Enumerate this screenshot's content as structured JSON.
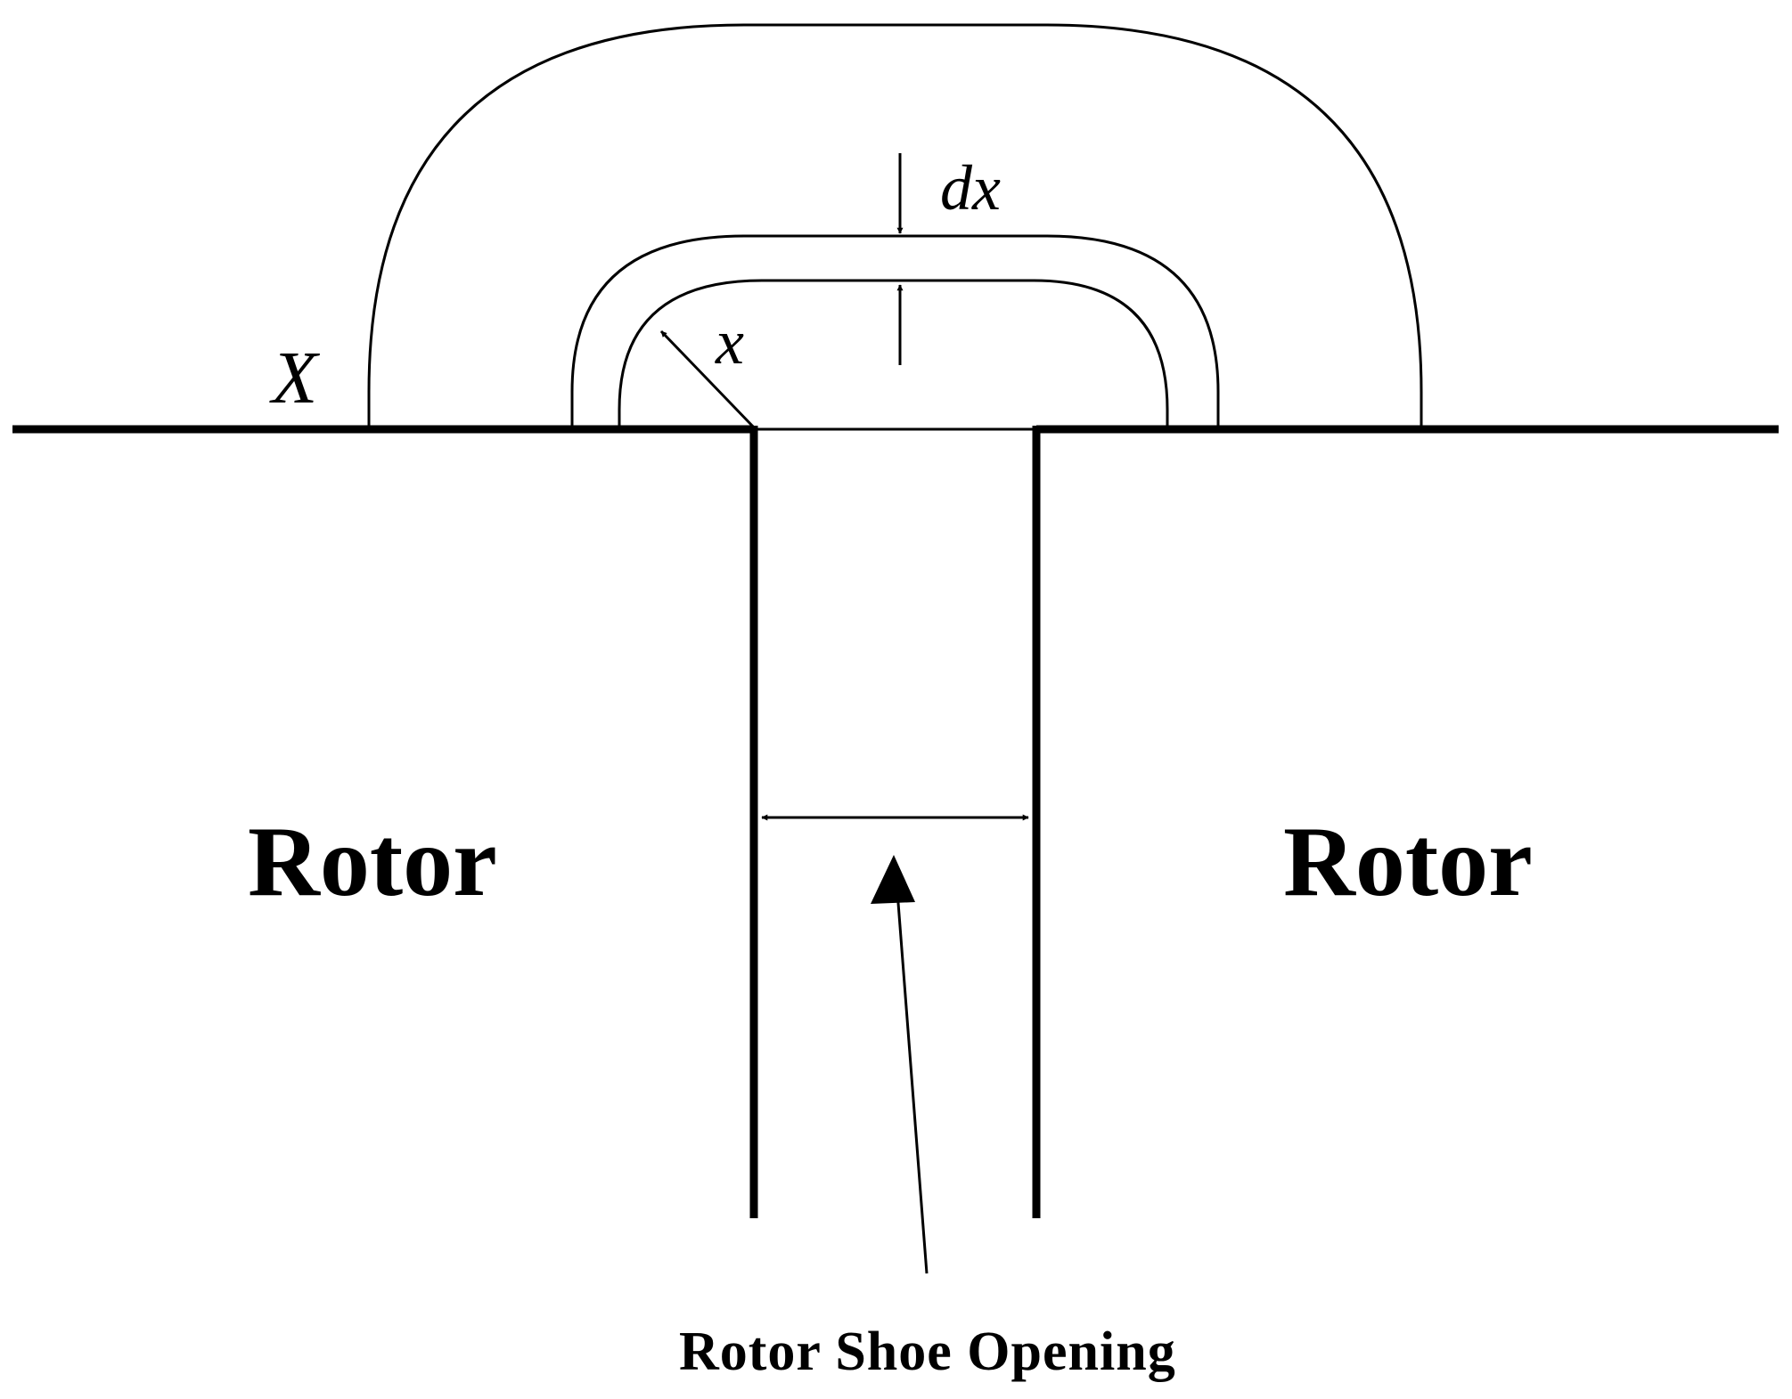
{
  "labels": {
    "rotor_left": "Rotor",
    "rotor_right": "Rotor",
    "opening": "Rotor Shoe Opening",
    "outer_radius": "X",
    "inner_radius": "x",
    "increment": "dx"
  },
  "colors": {
    "stroke": "#000000",
    "background": "#ffffff"
  }
}
